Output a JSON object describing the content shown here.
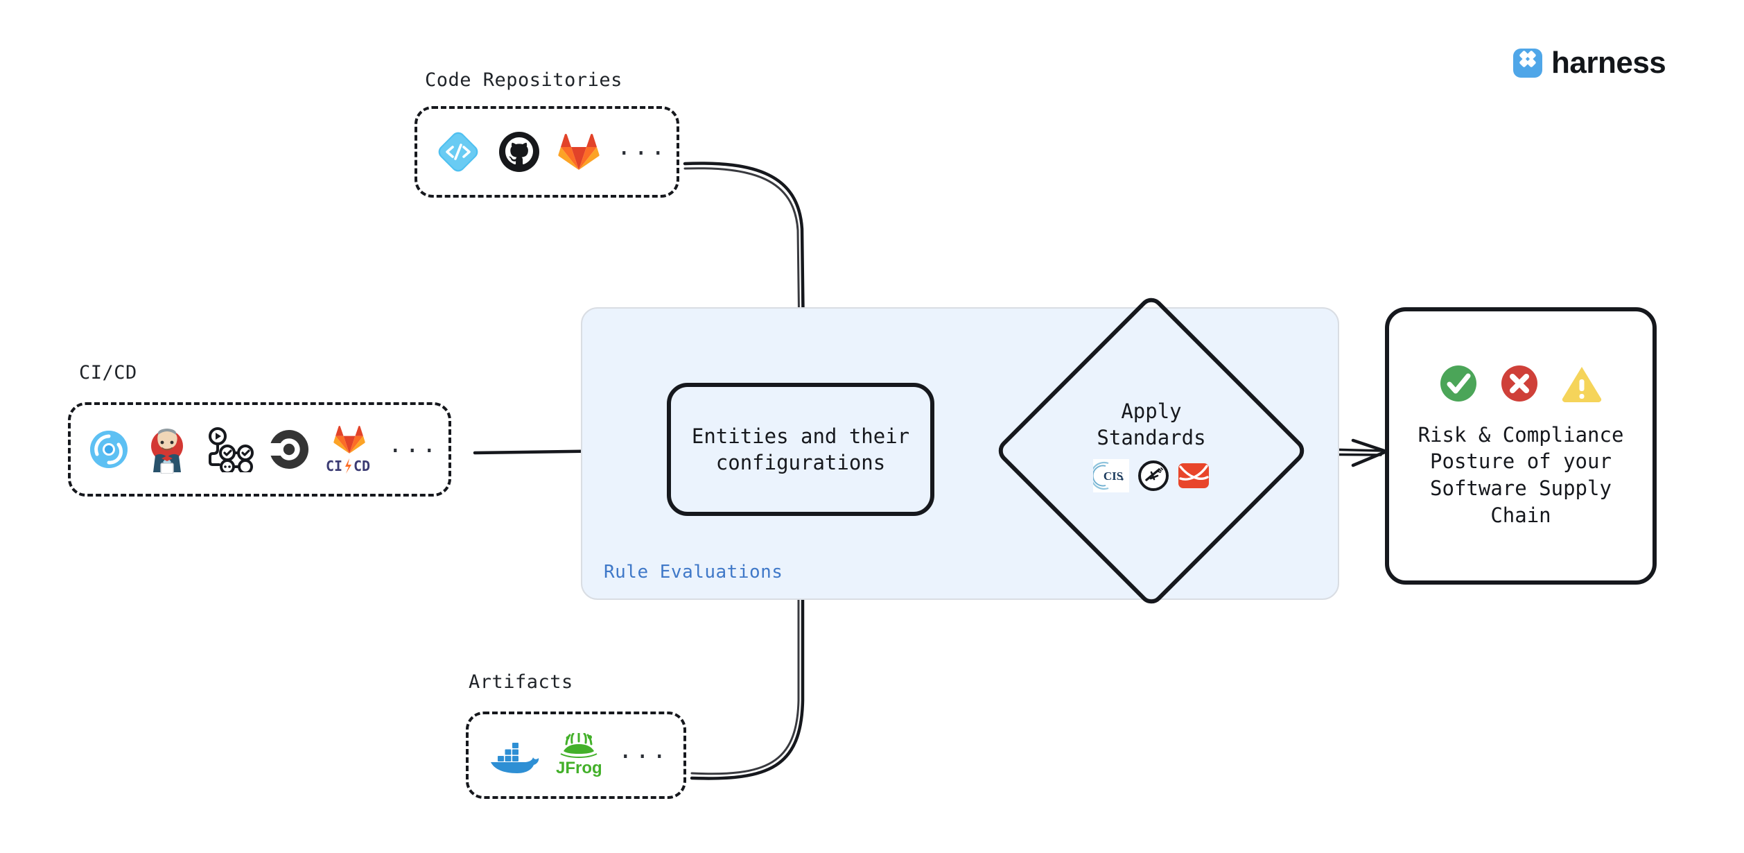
{
  "brand": {
    "name": "harness",
    "logo_icon": "harness-diamond-logo",
    "color": "#4FA6E8"
  },
  "groups": [
    {
      "id": "code-repositories",
      "label": "Code Repositories",
      "ellipsis": "...",
      "icons": [
        {
          "name": "harness-code-icon",
          "title": "Harness Code"
        },
        {
          "name": "github-icon",
          "title": "GitHub"
        },
        {
          "name": "gitlab-icon",
          "title": "GitLab"
        }
      ]
    },
    {
      "id": "ci-cd",
      "label": "CI/CD",
      "ellipsis": "...",
      "icons": [
        {
          "name": "harness-icon",
          "title": "Harness"
        },
        {
          "name": "jenkins-icon",
          "title": "Jenkins"
        },
        {
          "name": "github-actions-icon",
          "title": "GitHub Actions"
        },
        {
          "name": "circleci-icon",
          "title": "CircleCI"
        },
        {
          "name": "gitlab-cicd-icon",
          "title": "GitLab CI/CD",
          "text": "CI/CD"
        }
      ]
    },
    {
      "id": "artifacts",
      "label": "Artifacts",
      "ellipsis": "...",
      "icons": [
        {
          "name": "docker-icon",
          "title": "Docker"
        },
        {
          "name": "jfrog-icon",
          "title": "JFrog",
          "text": "JFrog"
        }
      ]
    }
  ],
  "panel": {
    "label": "Rule Evaluations",
    "label_color": "#3F78C8",
    "background": "#EBF3FD",
    "entities_box": {
      "text": "Entities and their\nconfigurations"
    },
    "standards_diamond": {
      "text": "Apply\nStandards",
      "icons": [
        {
          "name": "cis-icon",
          "title": "CIS",
          "text": "CIS"
        },
        {
          "name": "owasp-icon",
          "title": "OWASP"
        },
        {
          "name": "slsa-icon",
          "title": "SLSA"
        }
      ]
    }
  },
  "output_box": {
    "text": "Risk & Compliance\nPosture of your\nSoftware Supply\nChain",
    "status_icons": [
      {
        "name": "success-check-icon",
        "title": "Pass",
        "color": "#4BA558"
      },
      {
        "name": "error-cross-icon",
        "title": "Fail",
        "color": "#CF4039"
      },
      {
        "name": "warning-triangle-icon",
        "title": "Warning",
        "color": "#F5D45A"
      }
    ]
  },
  "connectors": [
    {
      "name": "arrow-code-repos-to-entities",
      "style": "curved-down"
    },
    {
      "name": "arrow-cicd-to-entities",
      "style": "straight-right"
    },
    {
      "name": "arrow-artifacts-to-entities",
      "style": "curved-up"
    },
    {
      "name": "arrow-entities-to-standards",
      "style": "double-right"
    },
    {
      "name": "arrow-standards-to-output",
      "style": "double-right"
    }
  ]
}
